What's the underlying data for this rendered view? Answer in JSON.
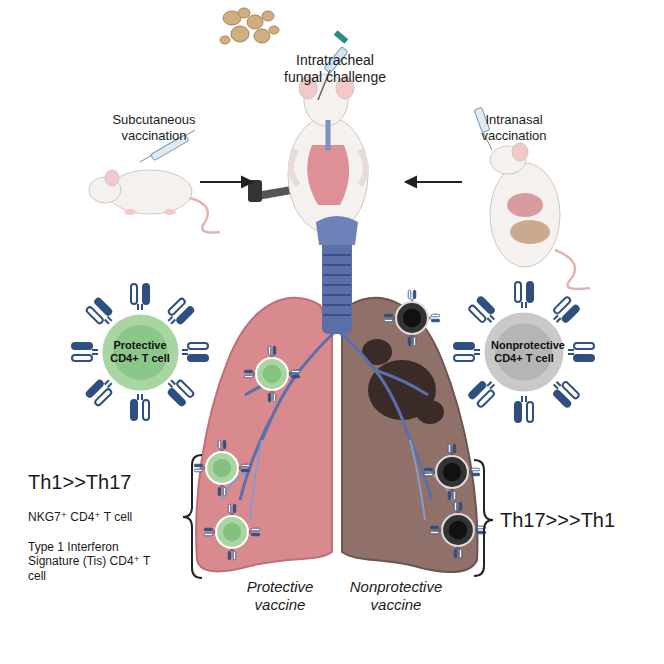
{
  "diagram": {
    "nodes": [
      {
        "text": [
          "Protective CD4+ T cell"
        ]
      },
      {
        "text": [
          "Nonprotective CD4+ T cell"
        ]
      }
    ],
    "labels": [
      "Intratracheal fungal challenge",
      "Subcutaneous vaccination",
      "Intranasal vaccination",
      "Th1>>Th17",
      "NKG7⁺ CD4⁺ T cell",
      "Type 1 Interferon Signature (Tis) CD4⁺ T cell",
      "Protective vaccine",
      "Nonprotective vaccine",
      "Th17>>>Th1"
    ]
  }
}
